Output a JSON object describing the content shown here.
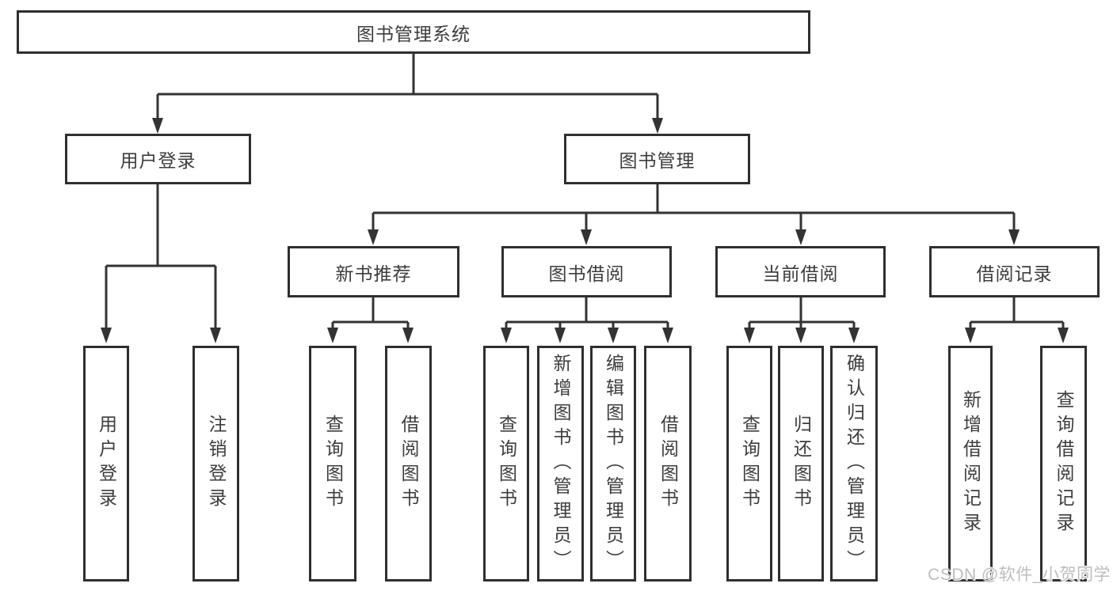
{
  "diagram": {
    "root": {
      "label": "图书管理系统"
    },
    "user_branch": {
      "label": "用户登录",
      "children": [
        {
          "label": "用户登录"
        },
        {
          "label": "注销登录"
        }
      ]
    },
    "book_branch": {
      "label": "图书管理",
      "groups": [
        {
          "label": "新书推荐",
          "children": [
            {
              "label": "查询图书"
            },
            {
              "label": "借阅图书"
            }
          ]
        },
        {
          "label": "图书借阅",
          "children": [
            {
              "label": "查询图书"
            },
            {
              "label": "新增图书（管理员）"
            },
            {
              "label": "编辑图书（管理员）"
            },
            {
              "label": "借阅图书"
            }
          ]
        },
        {
          "label": "当前借阅",
          "children": [
            {
              "label": "查询图书"
            },
            {
              "label": "归还图书"
            },
            {
              "label": "确认归还（管理员）"
            }
          ]
        },
        {
          "label": "借阅记录",
          "children": [
            {
              "label": "新增借阅记录"
            },
            {
              "label": "查询借阅记录"
            }
          ]
        }
      ]
    }
  },
  "watermark": "CSDN @软件_小贺同学",
  "colors": {
    "line": "#333333",
    "text": "#3d3d3d",
    "box_background": "#ffffff",
    "watermark": "#bdbdbd",
    "background": "#ffffff"
  }
}
